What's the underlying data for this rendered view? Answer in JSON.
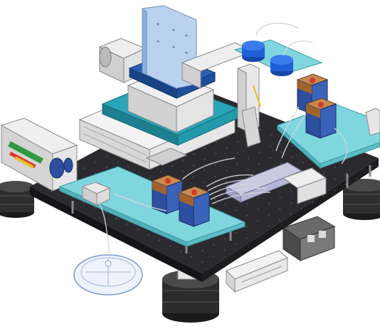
{
  "diagram": {
    "view": "isometric-cad-assembly",
    "colors": {
      "background": "#ffffff",
      "breadboard": "#2b2b2f",
      "breadboard_edge": "#151518",
      "plate": "#7fd6de",
      "plate_edge": "#3f9aa3",
      "stage_blue": "#1f4f9a",
      "stage_light": "#a9c9e8",
      "stage_cyan": "#2aa4b8",
      "steel": "#d9d9d9",
      "steel_dark": "#9a9a9a",
      "isolator": "#2a2a2a",
      "reservoir": "#1f5fd6",
      "module_brown": "#a0632e",
      "module_blue": "#2c4fa0",
      "accent_red": "#d8392b",
      "accent_green": "#2e9a3e",
      "accent_yellow": "#e6c229"
    },
    "components": [
      {
        "id": "optical-breadboard",
        "icon": "perforated-table"
      },
      {
        "id": "vertical-linear-stage",
        "icon": "lifting-stage"
      },
      {
        "id": "servo-motor",
        "icon": "motor"
      },
      {
        "id": "xy-translation-base",
        "icon": "linear-stage"
      },
      {
        "id": "left-mount-plate",
        "icon": "plate"
      },
      {
        "id": "right-mount-plate",
        "icon": "plate"
      },
      {
        "id": "left-pump-module-pair",
        "icon": "pump"
      },
      {
        "id": "right-pump-module-pair",
        "icon": "pump"
      },
      {
        "id": "fluid-reservoirs",
        "icon": "bottle"
      },
      {
        "id": "syringe-pump",
        "icon": "syringe"
      },
      {
        "id": "valve-manifold",
        "icon": "manifold"
      },
      {
        "id": "vibration-isolators",
        "icon": "isolator"
      },
      {
        "id": "controller-box",
        "icon": "electronics-box"
      },
      {
        "id": "drain-tray",
        "icon": "tray"
      },
      {
        "id": "tubing-harness",
        "icon": "tubing"
      }
    ]
  }
}
